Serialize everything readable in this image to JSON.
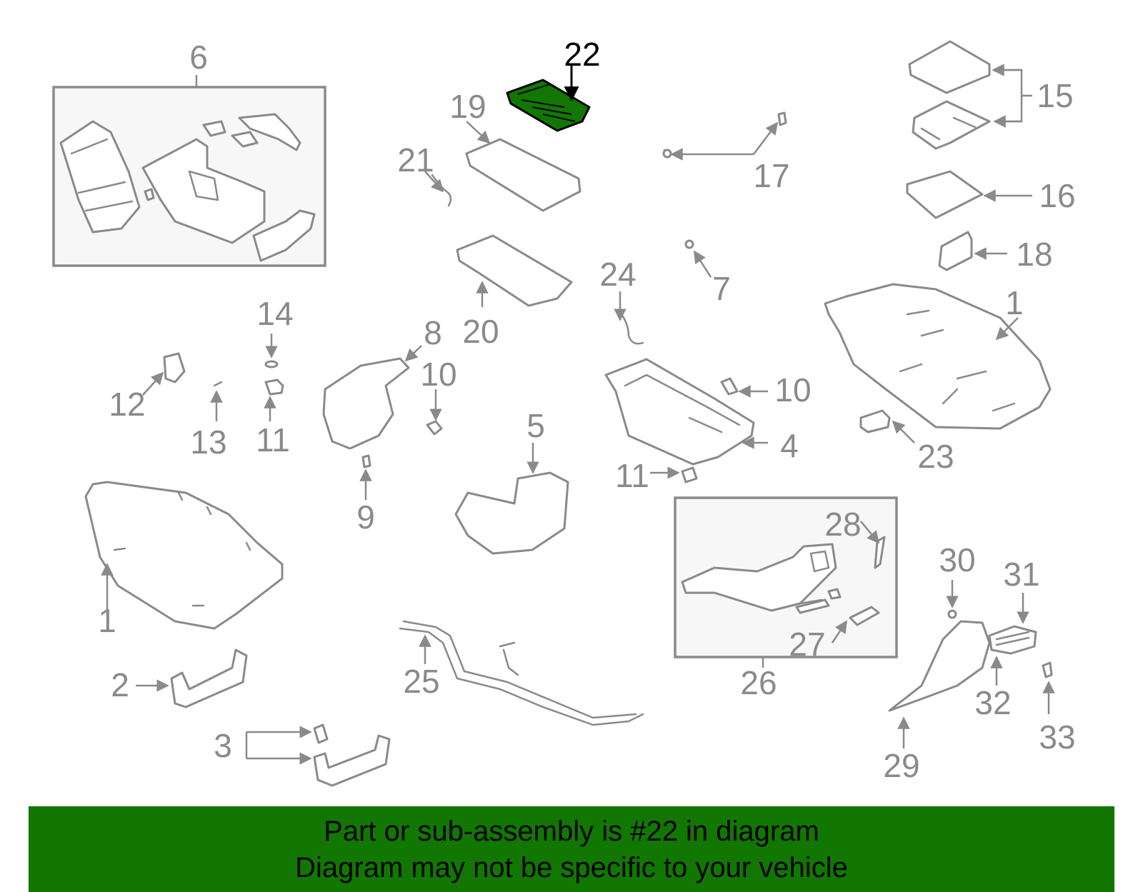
{
  "diagram": {
    "highlight_color": "#117700",
    "line_color": "#8a8a8a",
    "highlighted_part": "22",
    "callouts": [
      "22",
      "6",
      "19",
      "21",
      "17",
      "15",
      "16",
      "18",
      "1",
      "7",
      "24",
      "20",
      "14",
      "12",
      "13",
      "11",
      "8",
      "10",
      "10",
      "9",
      "5",
      "4",
      "11",
      "23",
      "28",
      "1",
      "30",
      "31",
      "27",
      "2",
      "25",
      "26",
      "32",
      "33",
      "3",
      "29"
    ]
  },
  "banner": {
    "line1": "Part or sub-assembly is #22 in diagram",
    "line2": "Diagram may not be specific to your vehicle",
    "background": "#117700"
  }
}
